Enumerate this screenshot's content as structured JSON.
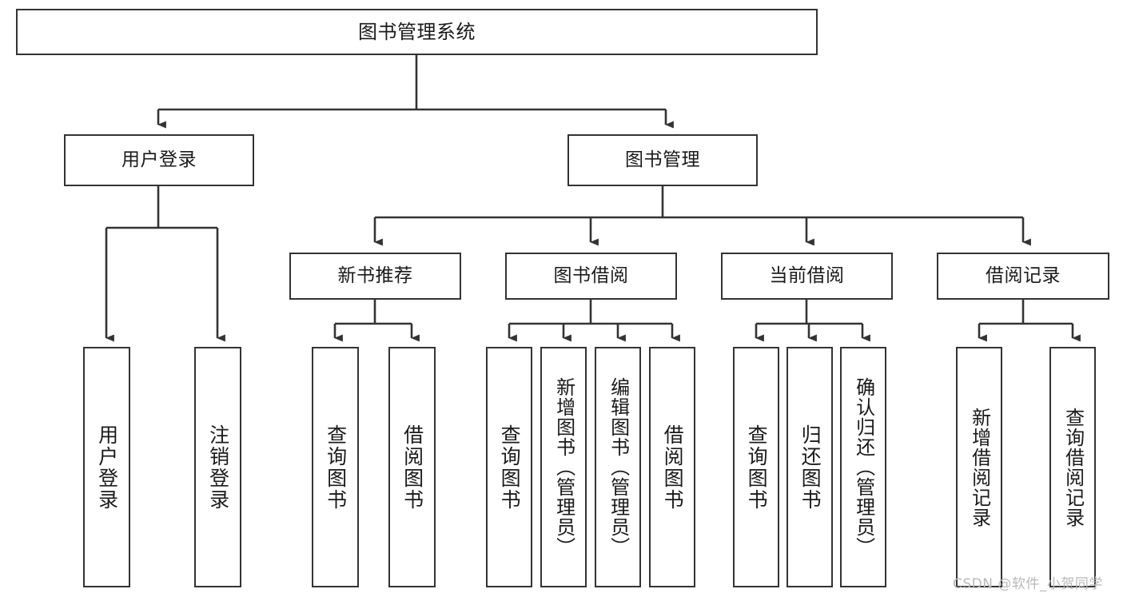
{
  "diagram": {
    "title": "图书管理系统",
    "type": "tree",
    "colors": {
      "box_border": "#333333",
      "box_fill": "#ffffff",
      "line": "#333333",
      "text": "#1a1a1a",
      "watermark": "#b9b9b9",
      "background": "#ffffff"
    }
  },
  "nodes": {
    "root": {
      "label": "图书管理系统"
    },
    "level2": [
      {
        "id": "user-login",
        "label": "用户登录"
      },
      {
        "id": "book-manage",
        "label": "图书管理"
      }
    ],
    "level3": [
      {
        "id": "new-book-recommend",
        "label": "新书推荐"
      },
      {
        "id": "book-borrow",
        "label": "图书借阅"
      },
      {
        "id": "current-borrow",
        "label": "当前借阅"
      },
      {
        "id": "borrow-record",
        "label": "借阅记录"
      }
    ],
    "leaves": {
      "user_login": [
        {
          "id": "leaf-user-login",
          "label": "用户登录"
        },
        {
          "id": "leaf-logout-login",
          "label": "注销登录"
        }
      ],
      "new_book_recommend": [
        {
          "id": "leaf-query-book-1",
          "label": "查询图书"
        },
        {
          "id": "leaf-borrow-book-1",
          "label": "借阅图书"
        }
      ],
      "book_borrow": [
        {
          "id": "leaf-query-book-2",
          "label": "查询图书"
        },
        {
          "id": "leaf-add-book",
          "label": "新增图书（管理员）"
        },
        {
          "id": "leaf-edit-book",
          "label": "编辑图书（管理员）"
        },
        {
          "id": "leaf-borrow-book-2",
          "label": "借阅图书"
        }
      ],
      "current_borrow": [
        {
          "id": "leaf-query-book-3",
          "label": "查询图书"
        },
        {
          "id": "leaf-return-book",
          "label": "归还图书"
        },
        {
          "id": "leaf-confirm-return",
          "label": "确认归还（管理员）"
        }
      ],
      "borrow_record": [
        {
          "id": "leaf-add-record",
          "label": "新增借阅记录"
        },
        {
          "id": "leaf-query-record",
          "label": "查询借阅记录"
        }
      ]
    }
  },
  "watermark": {
    "text": "CSDN @软件_小贺同学"
  }
}
